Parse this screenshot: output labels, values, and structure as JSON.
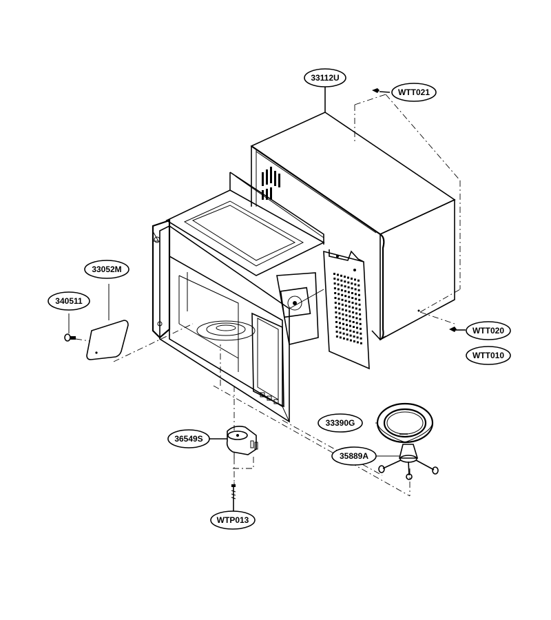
{
  "callouts": [
    {
      "id": "cabinet",
      "label": "33112U"
    },
    {
      "id": "screw-top",
      "label": "WTT021"
    },
    {
      "id": "cover",
      "label": "33052M"
    },
    {
      "id": "cover-screw",
      "label": "340511"
    },
    {
      "id": "screw-side-a",
      "label": "WTT020"
    },
    {
      "id": "screw-side-b",
      "label": "WTT010"
    },
    {
      "id": "tray",
      "label": "33390G"
    },
    {
      "id": "roller",
      "label": "35889A"
    },
    {
      "id": "motor",
      "label": "36549S"
    },
    {
      "id": "motor-screw",
      "label": "WTP013"
    }
  ],
  "colors": {
    "ink": "#000000",
    "paper": "#ffffff"
  }
}
